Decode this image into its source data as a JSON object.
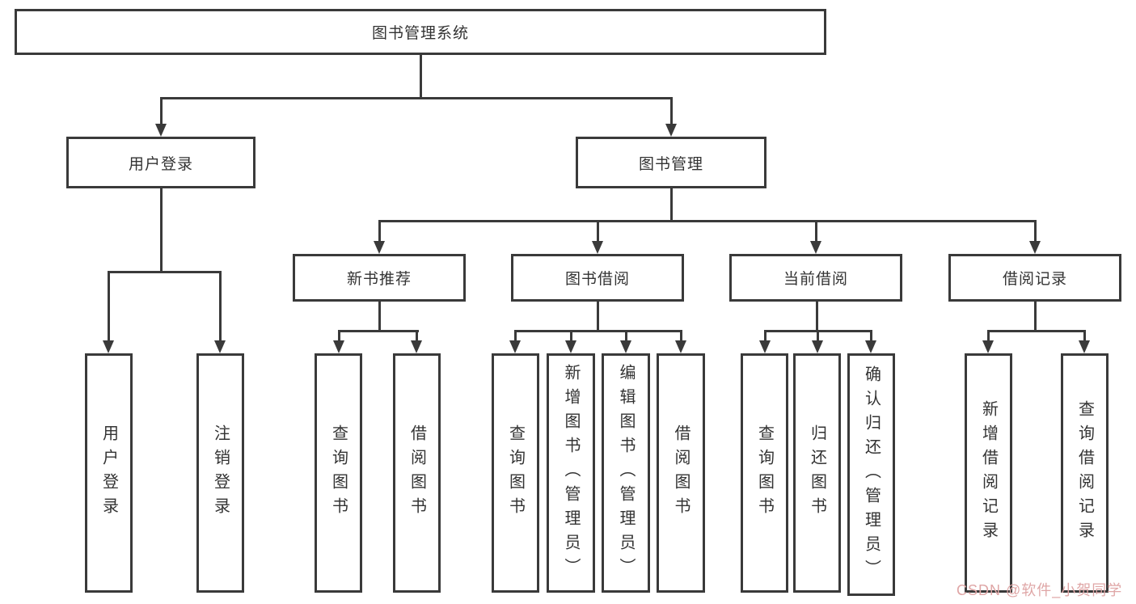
{
  "tree": {
    "root": "图书管理系统",
    "user_login": {
      "label": "用户登录",
      "children": [
        "用户登录",
        "注销登录"
      ]
    },
    "book_mgmt": {
      "label": "图书管理",
      "groups": [
        {
          "label": "新书推荐",
          "children": [
            "查询图书",
            "借阅图书"
          ]
        },
        {
          "label": "图书借阅",
          "children": [
            "查询图书",
            "新增图书（管理员）",
            "编辑图书（管理员）",
            "借阅图书"
          ]
        },
        {
          "label": "当前借阅",
          "children": [
            "查询图书",
            "归还图书",
            "确认归还（管理员）"
          ]
        },
        {
          "label": "借阅记录",
          "children": [
            "新增借阅记录",
            "查询借阅记录"
          ]
        }
      ]
    }
  },
  "watermark": "CSDN @软件_小贺同学",
  "colors": {
    "line": "#3a3a3a",
    "box_background": "#ffffff",
    "text": "#333333",
    "watermark": "#dfa6a6"
  }
}
